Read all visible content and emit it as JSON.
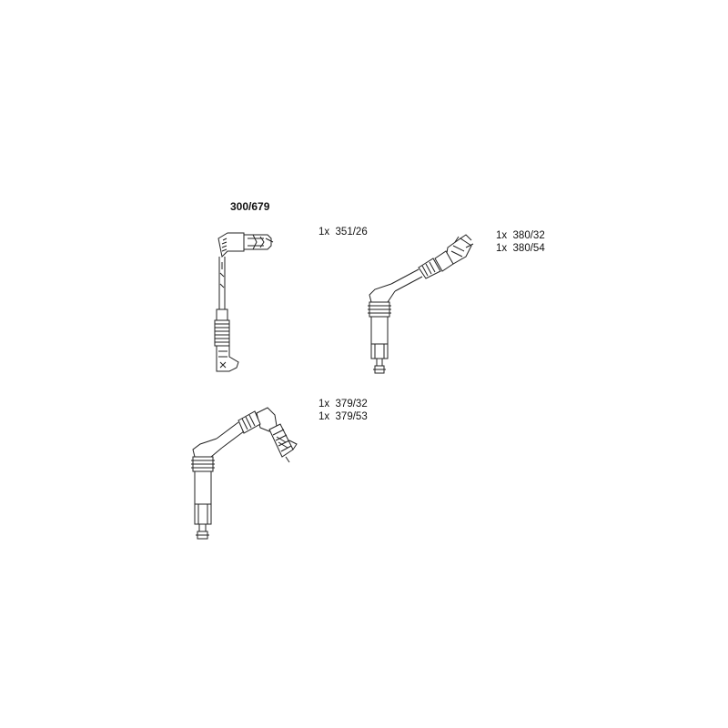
{
  "title": "300/679",
  "parts": [
    {
      "lines": [
        "1x  351/26"
      ]
    },
    {
      "lines": [
        "1x  380/32",
        "1x  380/54"
      ]
    },
    {
      "lines": [
        "1x  379/32",
        "1x  379/53"
      ]
    }
  ]
}
